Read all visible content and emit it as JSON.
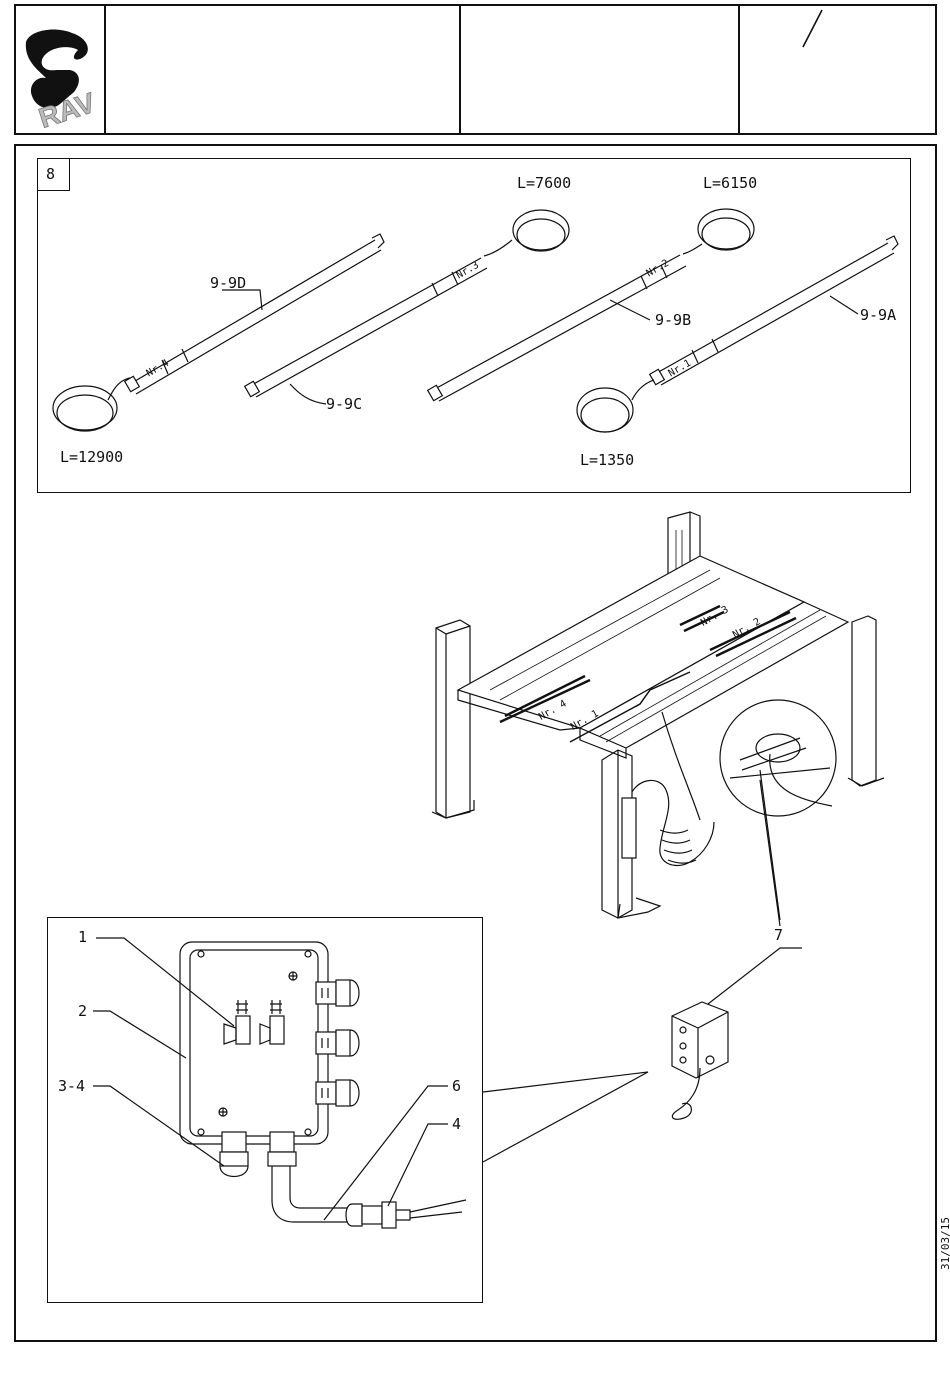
{
  "header": {
    "logo_text": "RAV",
    "title_cell": "",
    "code_cell": "",
    "revision_mark": "/"
  },
  "figure_number": "8",
  "side_date": "31/03/15",
  "sensors": [
    {
      "code": "9-9D",
      "tag": "Nr.4",
      "length": "L=12900"
    },
    {
      "code": "9-9C",
      "tag": "Nr.3",
      "length": "L=7600"
    },
    {
      "code": "9-9B",
      "tag": "Nr.2",
      "length": "L=6150"
    },
    {
      "code": "9-9A",
      "tag": "Nr.1",
      "length": "L=1350"
    }
  ],
  "lift_tags": [
    "Nr. 4",
    "Nr. 1",
    "Nr. 3",
    "Nr. 2"
  ],
  "callouts": {
    "c1": "1",
    "c2": "2",
    "c34": "3-4",
    "c6": "6",
    "c4": "4",
    "c7": "7"
  }
}
